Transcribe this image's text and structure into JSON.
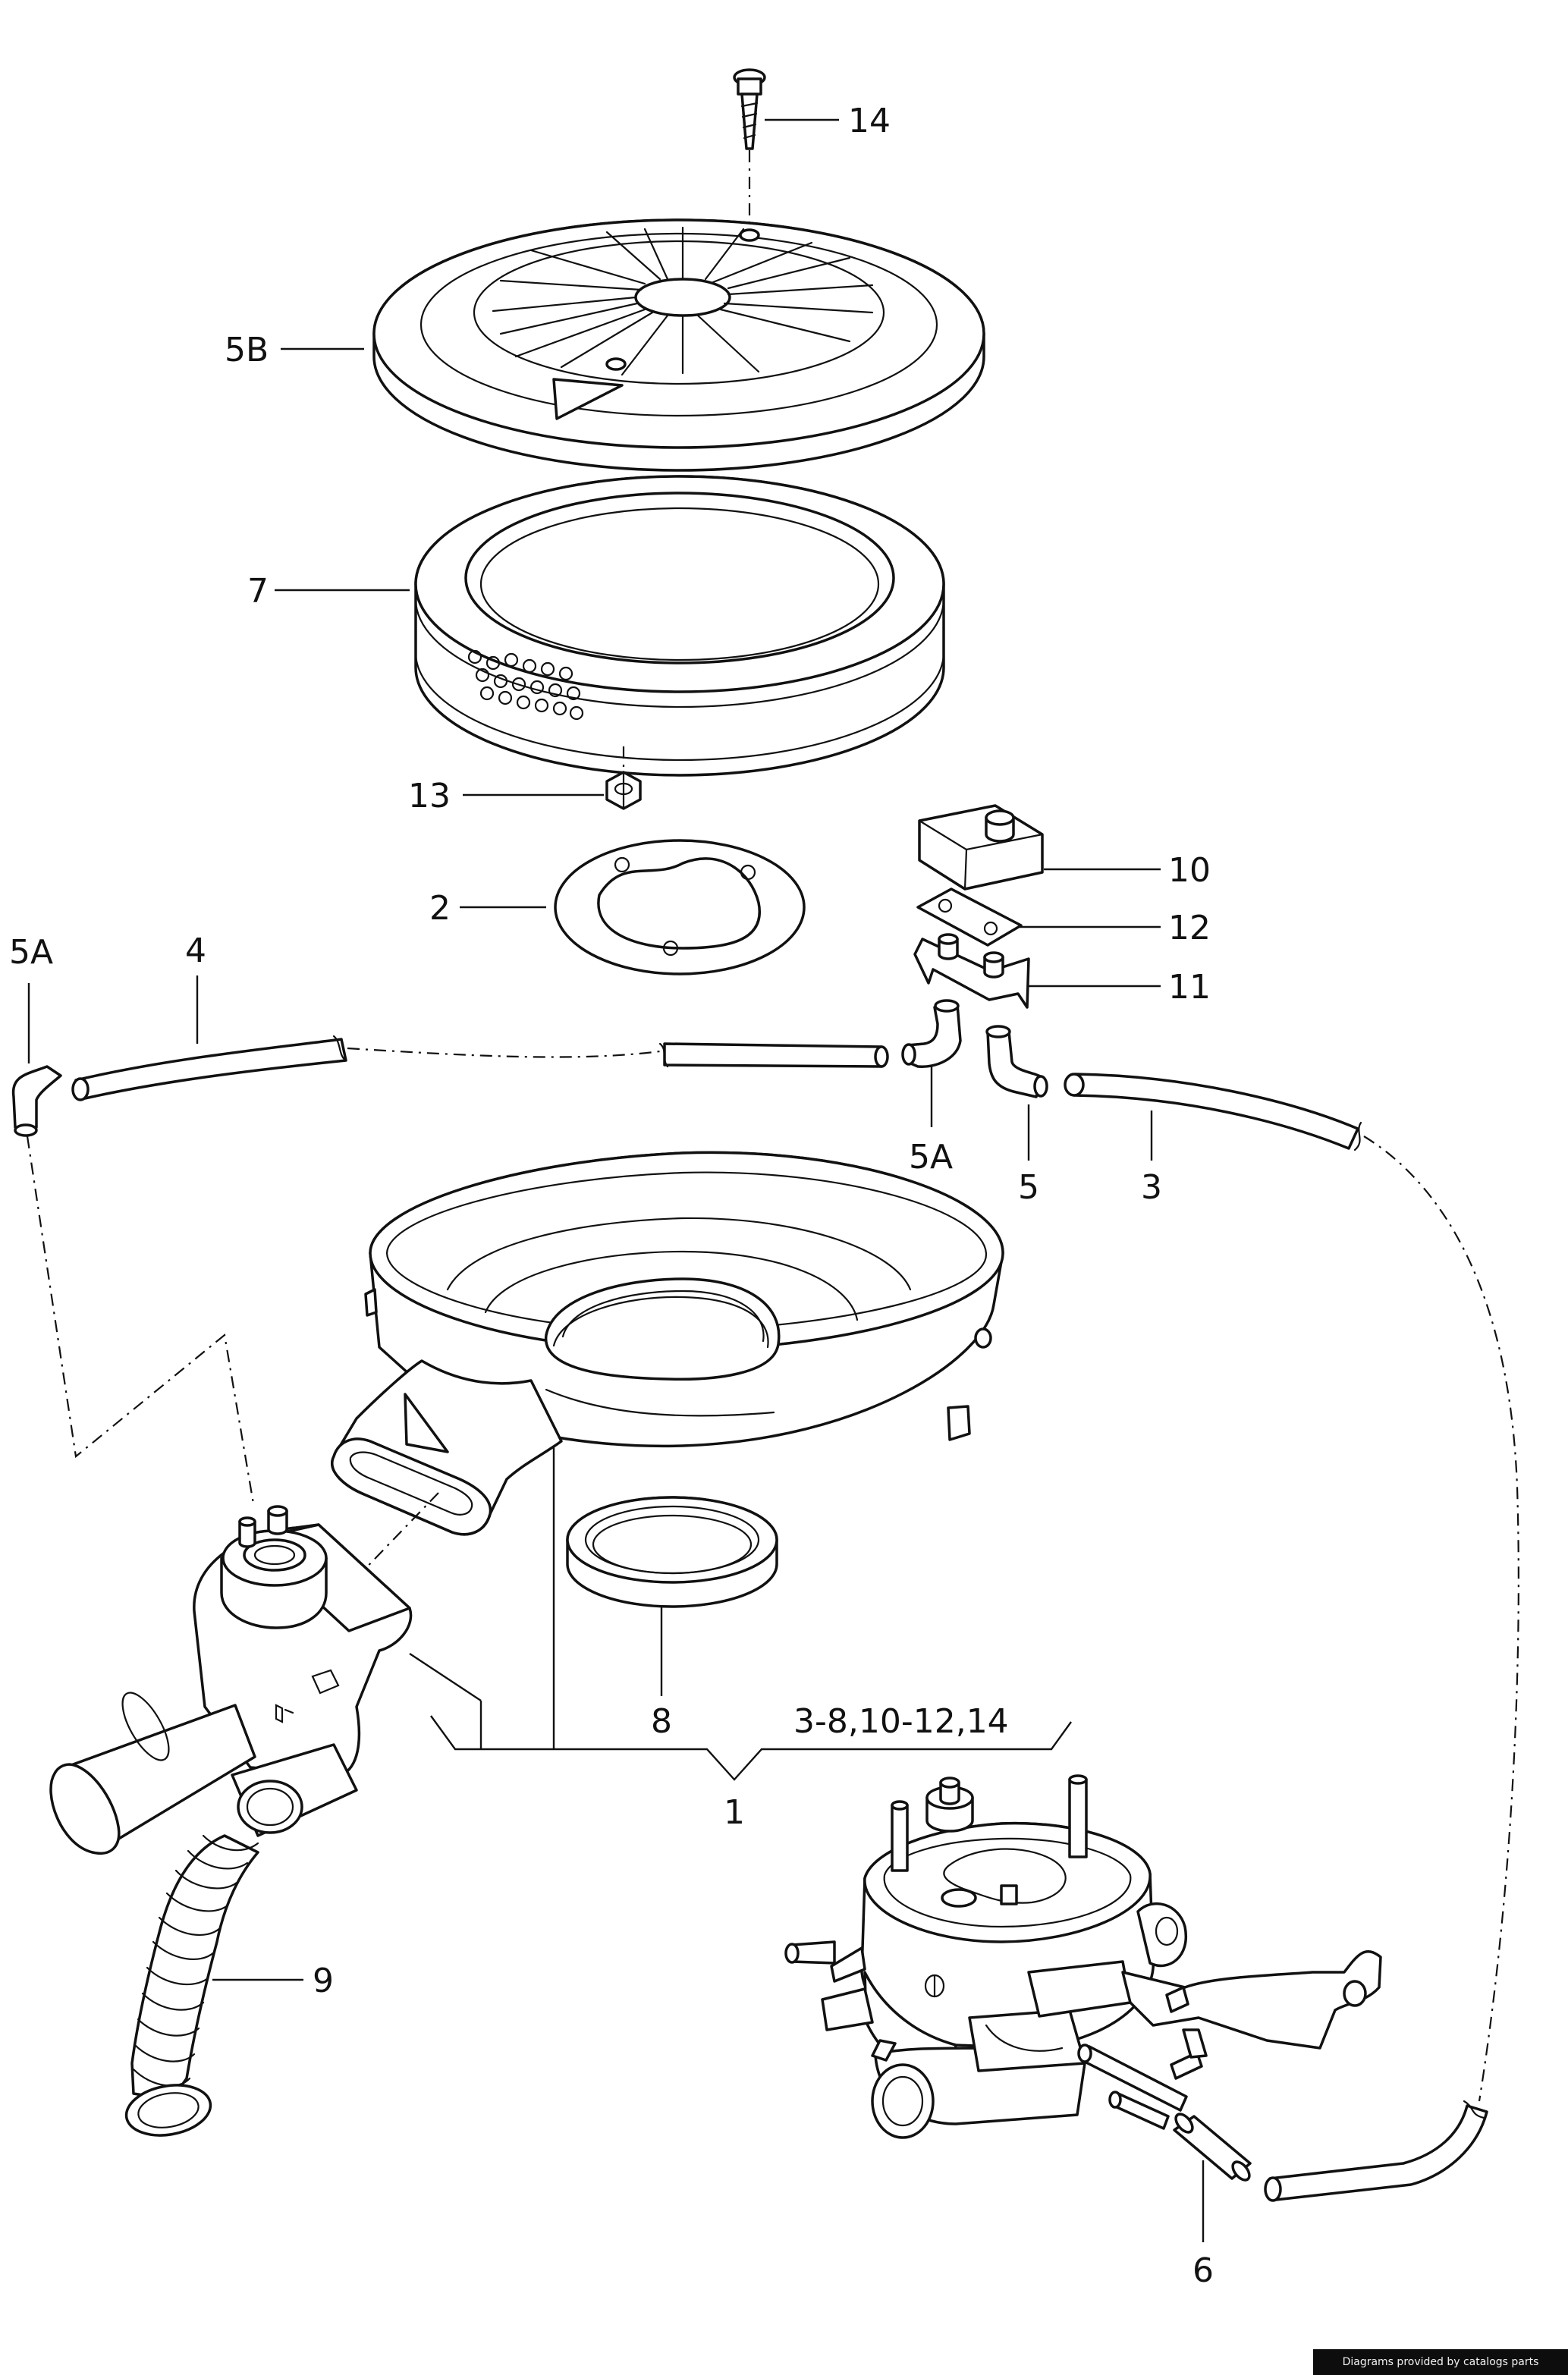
{
  "callouts": {
    "c14": "14",
    "c5b": "5B",
    "c7": "7",
    "c13": "13",
    "c2": "2",
    "c10": "10",
    "c12": "12",
    "c11": "11",
    "c5a_left": "5A",
    "c4": "4",
    "c5a_mid": "5A",
    "c5": "5",
    "c3": "3",
    "c8": "8",
    "c_assembly": "3-8,10-12,14",
    "c1": "1",
    "c9": "9",
    "c6": "6"
  },
  "credit": "Diagrams provided by catalogs parts"
}
